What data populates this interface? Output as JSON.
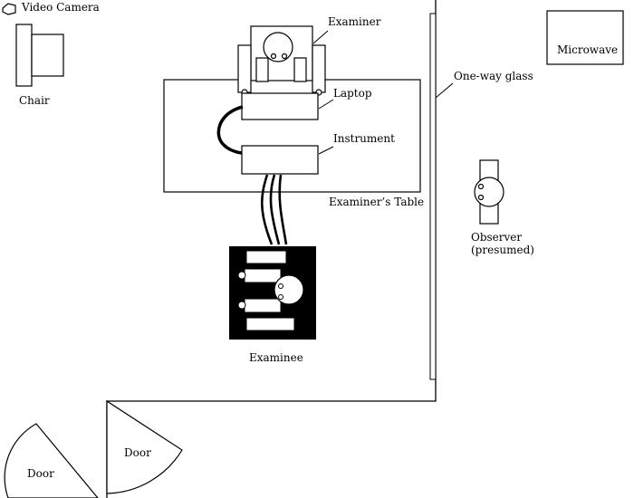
{
  "labels": {
    "video_camera": "Video Camera",
    "chair": "Chair",
    "examiner": "Examiner",
    "laptop": "Laptop",
    "instrument": "Instrument",
    "examiners_table": "Examiner’s Table",
    "examinee": "Examinee",
    "one_way_glass": "One-way glass",
    "microwave": "Microwave",
    "observer_line1": "Observer",
    "observer_line2": "(presumed)",
    "door_left": "Door",
    "door_right": "Door"
  }
}
